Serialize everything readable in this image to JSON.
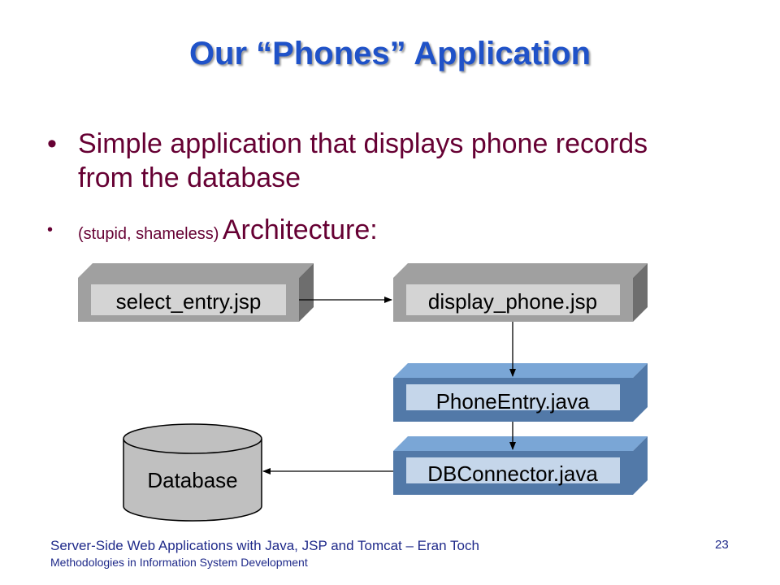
{
  "slide": {
    "title": "Our “Phones” Application",
    "bullets": {
      "main": "Simple application that displays phone records from the database",
      "sub_small": "(stupid, shameless)",
      "sub_big": "Architecture:",
      "marker": "•"
    },
    "footer": {
      "line1": "Server-Side Web Applications with Java, JSP and Tomcat – Eran Toch",
      "line2": "Methodologies in Information System Development"
    },
    "page_number": "23"
  },
  "diagram": {
    "nodes": {
      "select_entry": "select_entry.jsp",
      "display_phone": "display_phone.jsp",
      "phone_entry": "PhoneEntry.java",
      "db_connector": "DBConnector.java",
      "database": "Database"
    },
    "colors": {
      "jsp_face": "#d4d4d4",
      "jsp_frame": "#a0a0a0",
      "jsp_dark": "#6e6e6e",
      "java_face": "#c5d6ea",
      "java_frame": "#7aa6d6",
      "java_dark": "#5279a8",
      "db_fill": "#c0c0c0",
      "title": "#1f52c8",
      "text": "#660033"
    }
  }
}
